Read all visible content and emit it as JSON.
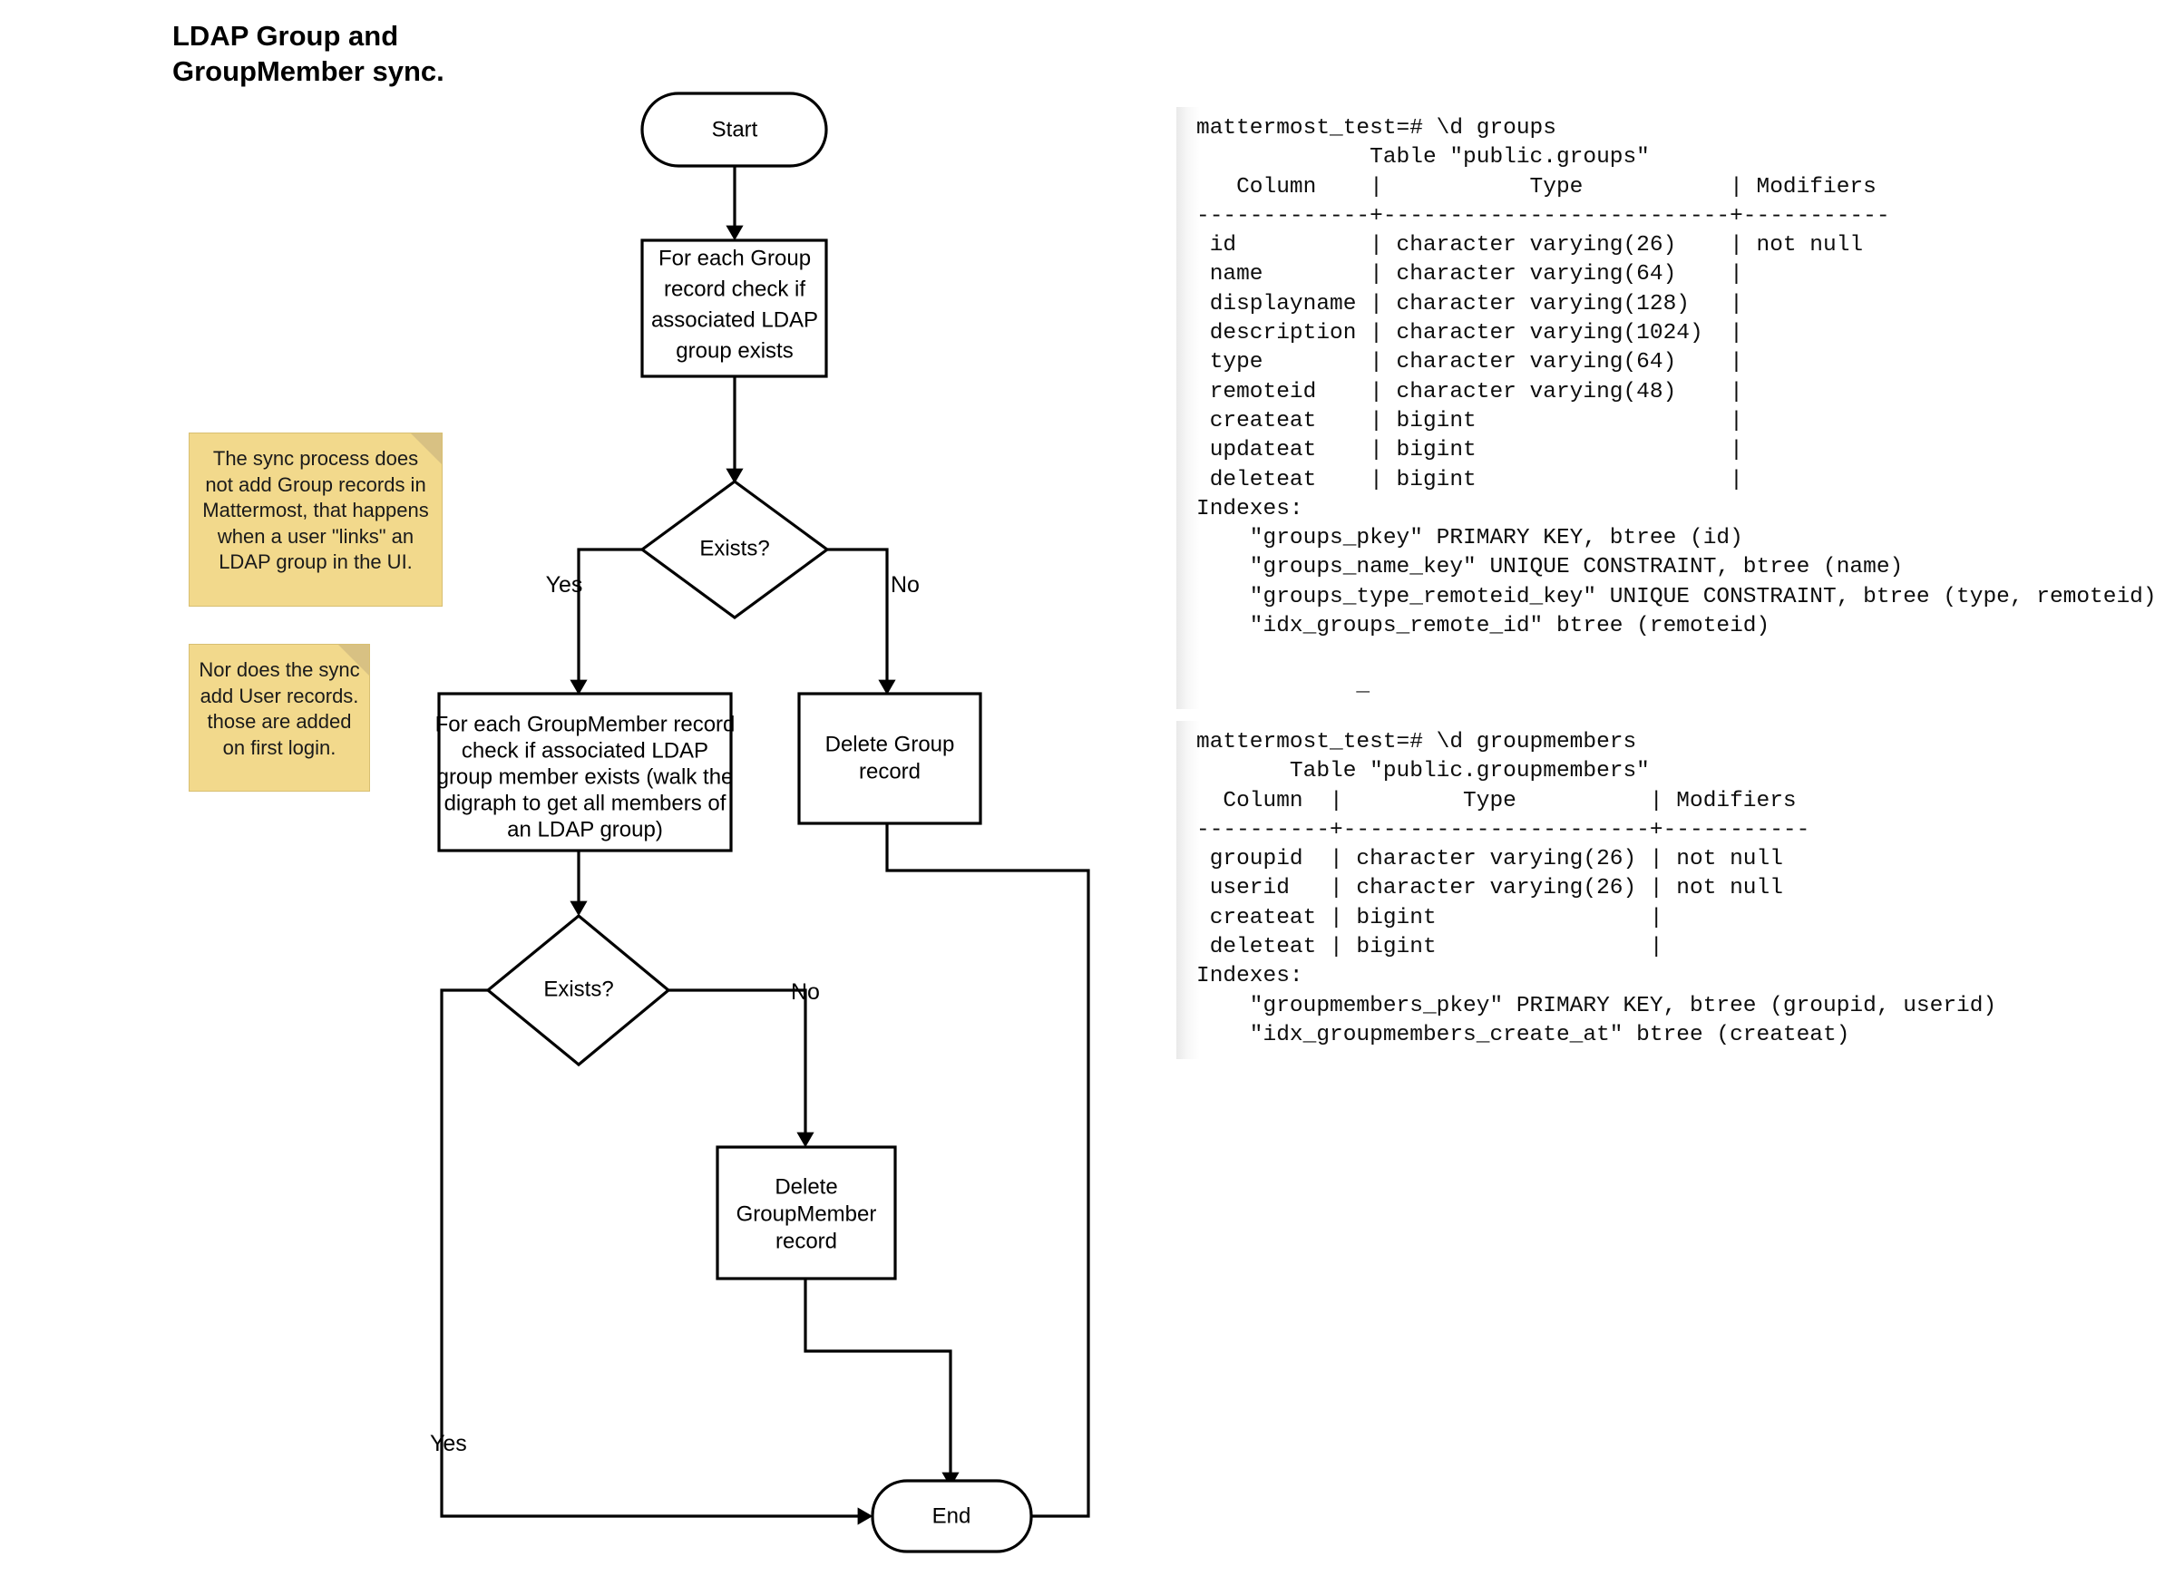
{
  "title": "LDAP Group and\nGroupMember sync.",
  "flow": {
    "nodes": [
      {
        "id": "start",
        "label": "Start",
        "shape": "terminator"
      },
      {
        "id": "check-group",
        "label": "For each Group\nrecord check if\nassociated LDAP\ngroup exists",
        "shape": "process"
      },
      {
        "id": "exists-1",
        "label": "Exists?",
        "shape": "decision"
      },
      {
        "id": "check-member",
        "label": "For each GroupMember record\ncheck if associated LDAP\ngroup member exists (walk the\ndigraph to get all members of\nan LDAP group)",
        "shape": "process"
      },
      {
        "id": "delete-group",
        "label": "Delete Group\nrecord",
        "shape": "process"
      },
      {
        "id": "exists-2",
        "label": "Exists?",
        "shape": "decision"
      },
      {
        "id": "delete-member",
        "label": "Delete\nGroupMember\nrecord",
        "shape": "process"
      },
      {
        "id": "end",
        "label": "End",
        "shape": "terminator"
      }
    ],
    "edge_labels": {
      "exists1_yes": "Yes",
      "exists1_no": "No",
      "exists2_no": "No",
      "exists2_yes": "Yes"
    }
  },
  "notes": [
    {
      "id": "note-group-records",
      "text": "The sync process does\nnot add Group records in\nMattermost, that happens\nwhen a user \"links\" an\nLDAP group in the UI."
    },
    {
      "id": "note-user-records",
      "text": "Nor does the sync\nadd User records.\nthose are added\non first login."
    }
  ],
  "terminals": {
    "groups": "mattermost_test=# \\d groups\n             Table \"public.groups\"\n   Column    |           Type           | Modifiers\n-------------+--------------------------+-----------\n id          | character varying(26)    | not null\n name        | character varying(64)    |\n displayname | character varying(128)   |\n description | character varying(1024)  |\n type        | character varying(64)    |\n remoteid    | character varying(48)    |\n createat    | bigint                   |\n updateat    | bigint                   |\n deleteat    | bigint                   |\nIndexes:\n    \"groups_pkey\" PRIMARY KEY, btree (id)\n    \"groups_name_key\" UNIQUE CONSTRAINT, btree (name)\n    \"groups_type_remoteid_key\" UNIQUE CONSTRAINT, btree (type, remoteid)\n    \"idx_groups_remote_id\" btree (remoteid)\n\n            _",
    "groupmembers": "mattermost_test=# \\d groupmembers\n       Table \"public.groupmembers\"\n  Column  |         Type          | Modifiers\n----------+-----------------------+-----------\n groupid  | character varying(26) | not null\n userid   | character varying(26) | not null\n createat | bigint                |\n deleteat | bigint                |\nIndexes:\n    \"groupmembers_pkey\" PRIMARY KEY, btree (groupid, userid)\n    \"idx_groupmembers_create_at\" btree (createat)"
  },
  "colors": {
    "note_bg": "#f2d98c",
    "note_fold": "#d8c183",
    "stroke": "#000000",
    "canvas_bg": "#ffffff"
  }
}
